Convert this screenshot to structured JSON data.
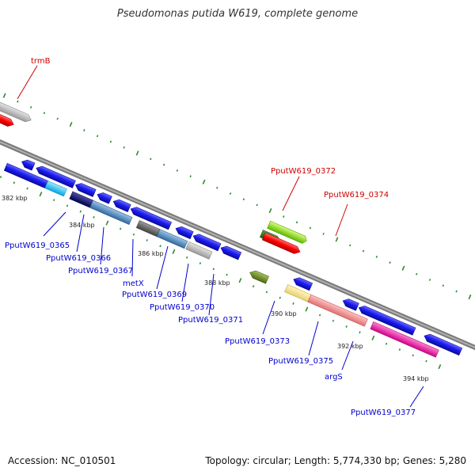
{
  "title": "Pseudomonas putida W619, complete genome",
  "footer": {
    "accession": "Accession: NC_010501",
    "topology": "Topology: circular; Length: 5,774,330 bp; Genes: 5,280"
  },
  "kbp_labels": [
    "382 kbp",
    "384 kbp",
    "386 kbp",
    "388 kbp",
    "390 kbp",
    "392 kbp",
    "394 kbp"
  ],
  "gene_labels": {
    "trmB": "trmB",
    "g0365": "PputW619_0365",
    "g0366": "PputW619_0366",
    "g0367": "PputW619_0367",
    "metX": "metX",
    "g0369": "PputW619_0369",
    "g0370": "PputW619_0370",
    "g0371": "PputW619_0371",
    "g0372": "PputW619_0372",
    "g0373": "PputW619_0373",
    "g0374": "PputW619_0374",
    "g0375": "PputW619_0375",
    "argS": "argS",
    "g0377": "PputW619_0377"
  },
  "colors": {
    "backbone": "#808080",
    "tick": "#2e8b2e",
    "cds_blue": "#1a1aee",
    "red_gene": "#ff0000",
    "label_blue": "#0000cc",
    "label_red": "#cc0000"
  }
}
